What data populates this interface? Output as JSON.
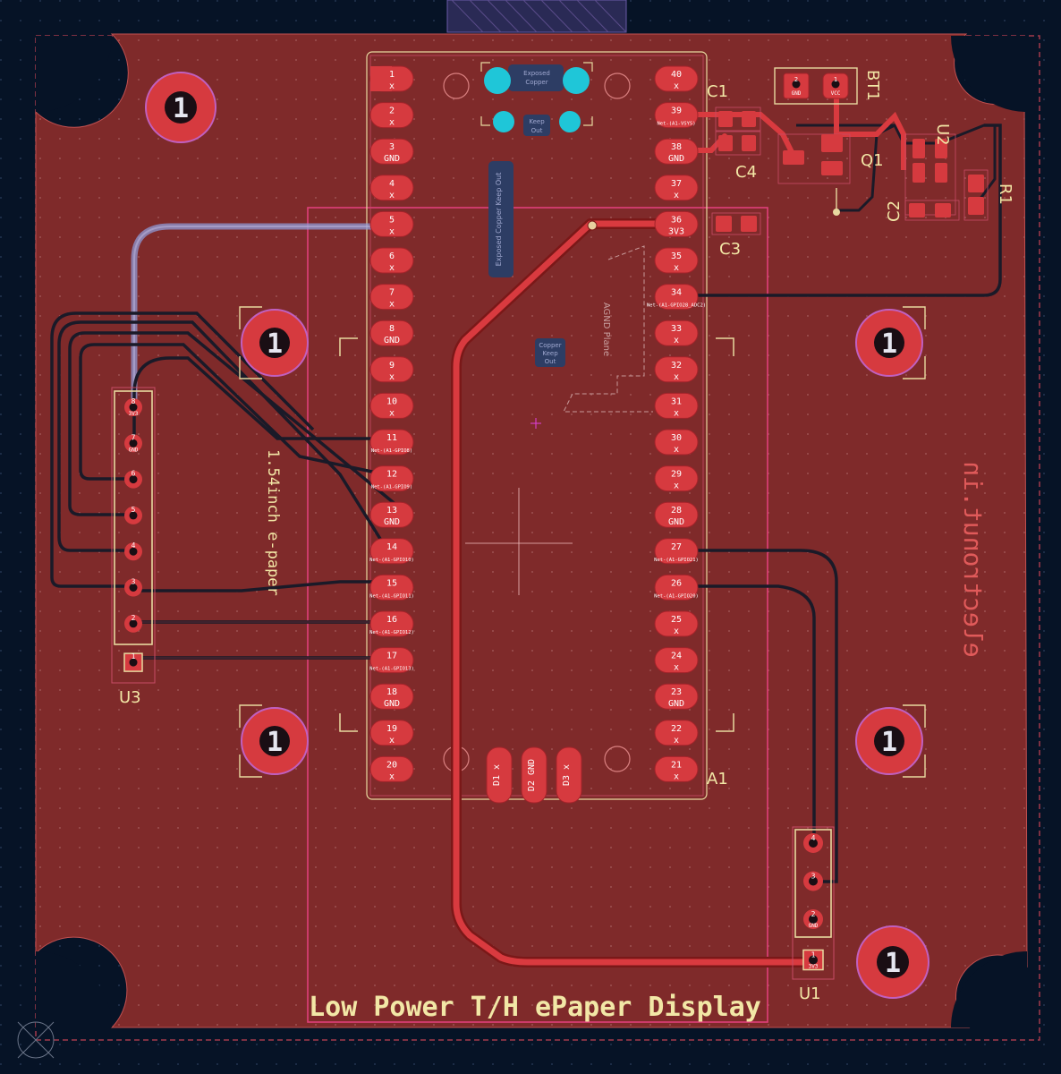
{
  "board": {
    "title": "Low Power T/H ePaper Display",
    "brand": "electronut.in",
    "epaper_label": "1.54inch e-paper",
    "mount_hole_label": "1",
    "agnd_label": "AGND Plane",
    "keepout_small": [
      "Copper",
      "Keep",
      "Out"
    ],
    "keepout_top": [
      "Keep",
      "Out"
    ],
    "exposed_copper": [
      "Exposed",
      "Copper"
    ],
    "exposed_keepout_vertical": "Exposed Copper Keep Out"
  },
  "designators": {
    "c1": "C1",
    "c2": "C2",
    "c3": "C3",
    "c4": "C4",
    "q1": "Q1",
    "u1": "U1",
    "u2": "U2",
    "u3": "U3",
    "r1": "R1",
    "bt1": "BT1",
    "a1": "A1"
  },
  "a1_left_pins": [
    {
      "num": "1",
      "net": "x"
    },
    {
      "num": "2",
      "net": "x"
    },
    {
      "num": "3",
      "net": "GND"
    },
    {
      "num": "4",
      "net": "x"
    },
    {
      "num": "5",
      "net": "x"
    },
    {
      "num": "6",
      "net": "x"
    },
    {
      "num": "7",
      "net": "x"
    },
    {
      "num": "8",
      "net": "GND"
    },
    {
      "num": "9",
      "net": "x"
    },
    {
      "num": "10",
      "net": "x"
    },
    {
      "num": "11",
      "net": "Net-(A1-GPIO8)"
    },
    {
      "num": "12",
      "net": "Net-(A1-GPIO9)"
    },
    {
      "num": "13",
      "net": "GND"
    },
    {
      "num": "14",
      "net": "Net-(A1-GPIO10)"
    },
    {
      "num": "15",
      "net": "Net-(A1-GPIO11)"
    },
    {
      "num": "16",
      "net": "Net-(A1-GPIO12)"
    },
    {
      "num": "17",
      "net": "Net-(A1-GPIO13)"
    },
    {
      "num": "18",
      "net": "GND"
    },
    {
      "num": "19",
      "net": "x"
    },
    {
      "num": "20",
      "net": "x"
    }
  ],
  "a1_right_pins": [
    {
      "num": "40",
      "net": "x"
    },
    {
      "num": "39",
      "net": "Net-(A1-VSYS)"
    },
    {
      "num": "38",
      "net": "GND"
    },
    {
      "num": "37",
      "net": "x"
    },
    {
      "num": "36",
      "net": "3V3"
    },
    {
      "num": "35",
      "net": "x"
    },
    {
      "num": "34",
      "net": "Net-(A1-GPIO28_ADC2)"
    },
    {
      "num": "33",
      "net": "x"
    },
    {
      "num": "32",
      "net": "x"
    },
    {
      "num": "31",
      "net": "x"
    },
    {
      "num": "30",
      "net": "x"
    },
    {
      "num": "29",
      "net": "x"
    },
    {
      "num": "28",
      "net": "GND"
    },
    {
      "num": "27",
      "net": "Net-(A1-GPIO21)"
    },
    {
      "num": "26",
      "net": "Net-(A1-GPIO20)"
    },
    {
      "num": "25",
      "net": "x"
    },
    {
      "num": "24",
      "net": "x"
    },
    {
      "num": "23",
      "net": "GND"
    },
    {
      "num": "22",
      "net": "x"
    },
    {
      "num": "21",
      "net": "x"
    }
  ],
  "a1_debug_pins": [
    {
      "num": "D1",
      "net": "x"
    },
    {
      "num": "D2",
      "net": "GND"
    },
    {
      "num": "D3",
      "net": "x"
    }
  ],
  "u3_pins": [
    "8",
    "7",
    "6",
    "5",
    "4",
    "3",
    "2",
    "1"
  ],
  "u3_pin_nets": [
    "3V3",
    "GND",
    "",
    "",
    "",
    "",
    "",
    ""
  ],
  "u1_pins": [
    "4",
    "3",
    "2",
    "1"
  ],
  "u1_pin_nets": [
    "",
    "",
    "GND",
    "3V3"
  ],
  "bt1_pins": [
    {
      "num": "2",
      "net": "GND"
    },
    {
      "num": "1",
      "net": "VCC"
    }
  ],
  "colors": {
    "background": "#061326",
    "board_fill": "#7f2a2a",
    "copper": "#c8323a",
    "copper_dark": "#9e2b2f",
    "pad": "#d63a3f",
    "silk": "#f2e7a6",
    "courtyard": "#e0407a",
    "via_cyan": "#1fc6d8",
    "track_blue": "#8d9ad6"
  }
}
